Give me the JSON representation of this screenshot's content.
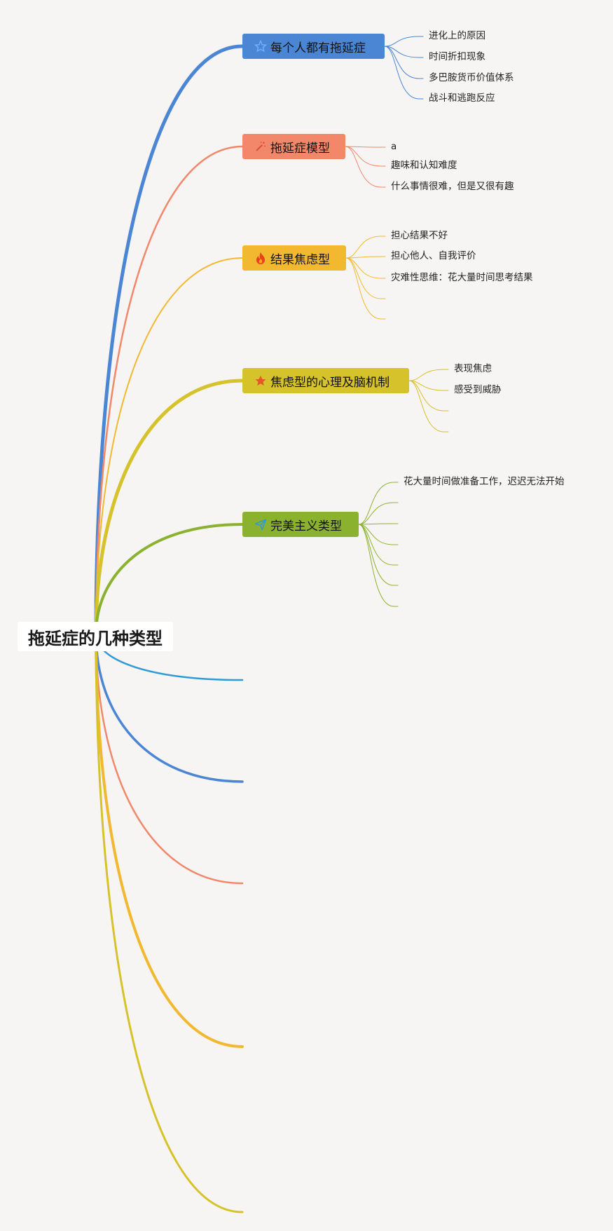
{
  "root": {
    "label": "拖延症的几种类型"
  },
  "topics": [
    {
      "label": "每个人都有拖延症",
      "color": "#4a86d4",
      "icon": "star-outline-icon",
      "children": [
        "进化上的原因",
        "时间折扣现象",
        "多巴胺货币价值体系",
        "战斗和逃跑反应"
      ]
    },
    {
      "label": "拖延症模型",
      "color": "#f2876a",
      "icon": "magic-wand-icon",
      "children": [
        "a",
        "趣味和认知难度",
        "什么事情很难，但是又很有趣"
      ]
    },
    {
      "label": "结果焦虑型",
      "color": "#f2b930",
      "icon": "fire-icon",
      "children": [
        "担心结果不好",
        "担心他人、自我评价",
        "灾难性思维：花大量时间思考结果",
        "",
        ""
      ]
    },
    {
      "label": "焦虑型的心理及脑机制",
      "color": "#d6c22a",
      "icon": "star-filled-icon",
      "children": [
        "表现焦虑",
        "感受到威胁",
        "",
        ""
      ]
    },
    {
      "label": "完美主义类型",
      "color": "#8bb22e",
      "icon": "paper-plane-icon",
      "children": [
        "花大量时间做准备工作，迟迟无法开始",
        "",
        "",
        "",
        "",
        "",
        ""
      ]
    }
  ],
  "empty_branches": [
    {
      "color": "#2e9ad6"
    },
    {
      "color": "#4a86d4"
    },
    {
      "color": "#f2876a"
    },
    {
      "color": "#f2b930"
    },
    {
      "color": "#d6c22a"
    }
  ]
}
